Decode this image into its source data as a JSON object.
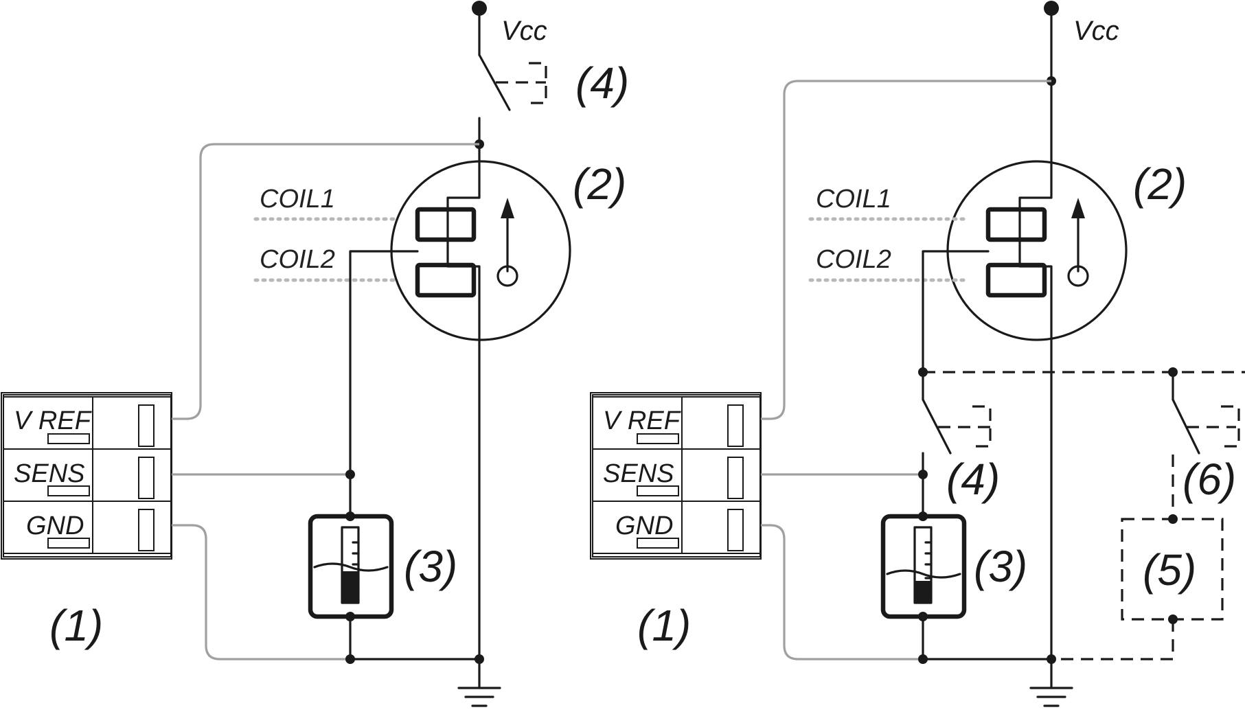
{
  "labels": {
    "vcc": "Vcc",
    "coil1": "COIL1",
    "coil2": "COIL2",
    "vref": "V REF",
    "sens": "SENS",
    "gnd": "GND",
    "n1": "(1)",
    "n2": "(2)",
    "n3": "(3)",
    "n4": "(4)",
    "n5": "(5)",
    "n6": "(6)"
  }
}
